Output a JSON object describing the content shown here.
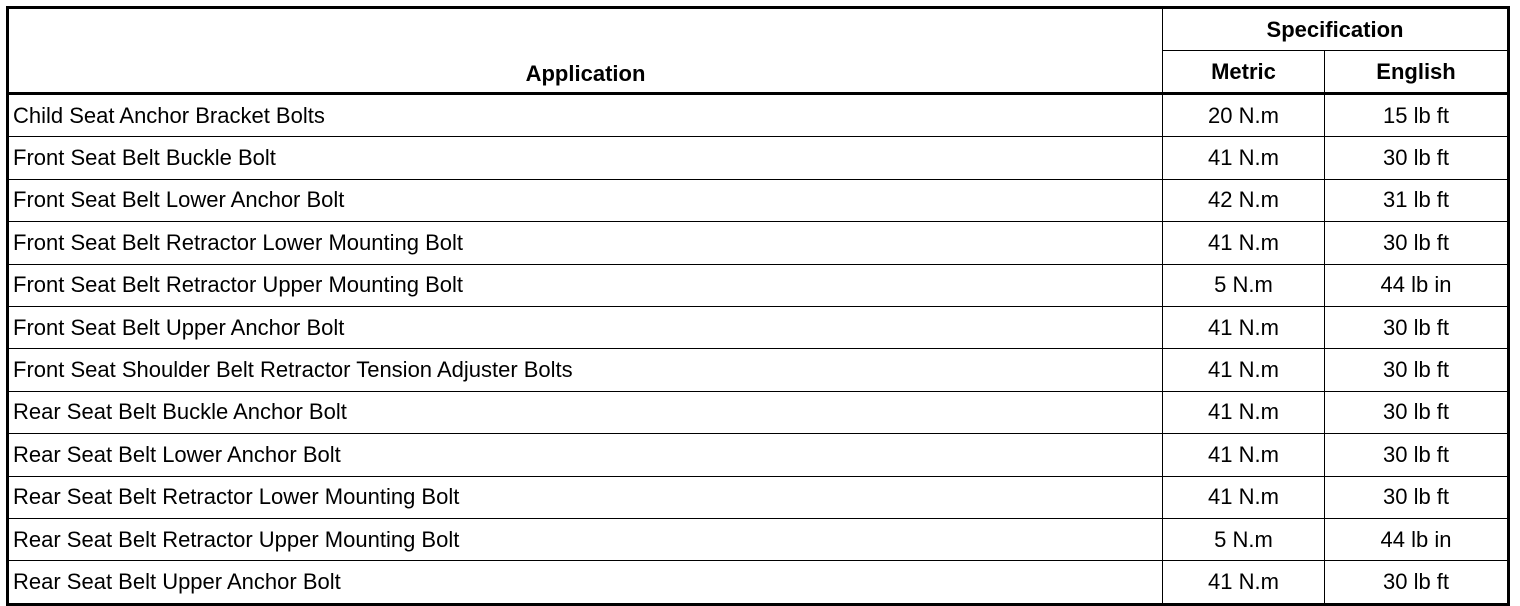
{
  "table": {
    "headers": {
      "application": "Application",
      "specification": "Specification",
      "metric": "Metric",
      "english": "English"
    },
    "rows": [
      {
        "application": "Child Seat Anchor Bracket Bolts",
        "metric": "20 N.m",
        "english": "15 lb ft"
      },
      {
        "application": "Front Seat Belt Buckle Bolt",
        "metric": "41 N.m",
        "english": "30 lb ft"
      },
      {
        "application": "Front Seat Belt Lower Anchor Bolt",
        "metric": "42 N.m",
        "english": "31 lb ft"
      },
      {
        "application": "Front Seat Belt Retractor Lower Mounting Bolt",
        "metric": "41 N.m",
        "english": "30 lb ft"
      },
      {
        "application": "Front Seat Belt Retractor Upper Mounting Bolt",
        "metric": "5 N.m",
        "english": "44 lb in"
      },
      {
        "application": "Front Seat Belt Upper Anchor Bolt",
        "metric": "41 N.m",
        "english": "30 lb ft"
      },
      {
        "application": "Front Seat Shoulder Belt Retractor Tension Adjuster Bolts",
        "metric": "41 N.m",
        "english": "30 lb ft"
      },
      {
        "application": "Rear Seat Belt Buckle Anchor Bolt",
        "metric": "41 N.m",
        "english": "30 lb ft"
      },
      {
        "application": "Rear Seat Belt Lower Anchor Bolt",
        "metric": "41 N.m",
        "english": "30 lb ft"
      },
      {
        "application": "Rear Seat Belt Retractor Lower Mounting Bolt",
        "metric": "41 N.m",
        "english": "30 lb ft"
      },
      {
        "application": "Rear Seat Belt Retractor Upper Mounting Bolt",
        "metric": "5 N.m",
        "english": "44 lb in"
      },
      {
        "application": "Rear Seat Belt Upper Anchor Bolt",
        "metric": "41 N.m",
        "english": "30 lb ft"
      }
    ]
  }
}
